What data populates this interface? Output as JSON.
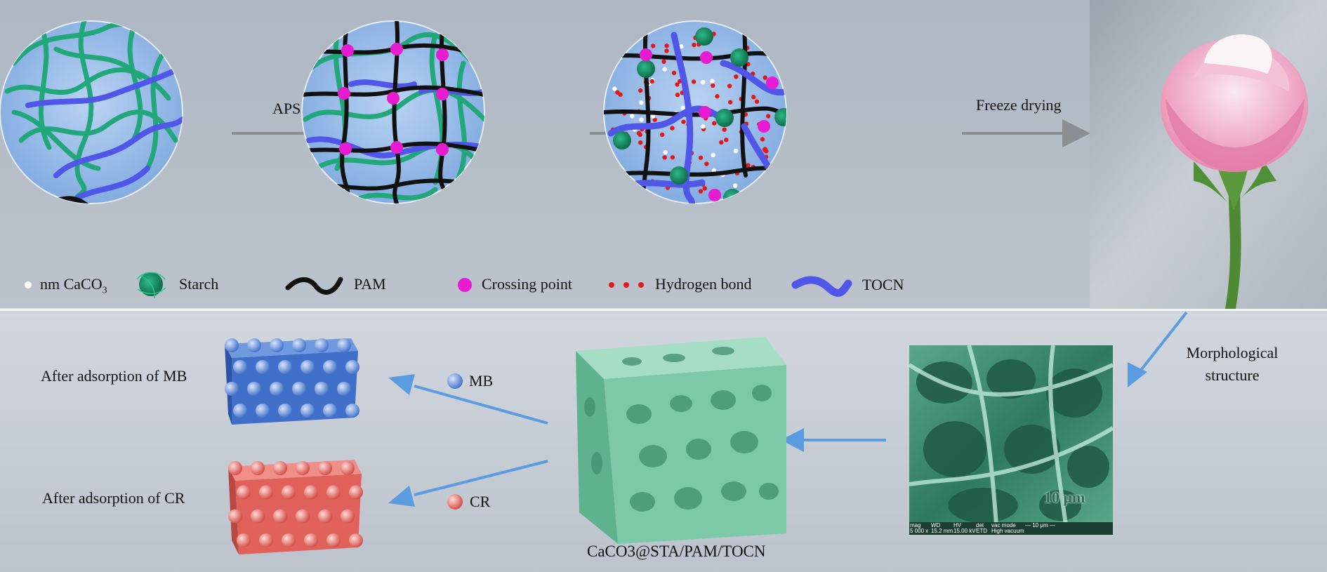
{
  "top_panel": {
    "steps": [
      {
        "arrow_label": "APS"
      },
      {
        "arrow_label": ""
      },
      {
        "arrow_label": "Freeze drying"
      }
    ],
    "legend": [
      {
        "prefix": "nm CaCO",
        "subscript": "3",
        "icon": "nano-caco3-dot-icon"
      },
      {
        "label": "Starch",
        "icon": "starch-ball-icon"
      },
      {
        "label": "PAM",
        "icon": "pam-black-chain-icon"
      },
      {
        "label": "Crossing point",
        "icon": "crossing-point-magenta-dot-icon"
      },
      {
        "label": "Hydrogen bond",
        "icon": "hydrogen-bond-red-dots-icon"
      },
      {
        "label": "TOCN",
        "icon": "tocn-blue-chain-icon"
      }
    ]
  },
  "bottom_panel": {
    "morph_label_line1": "Morphological",
    "morph_label_line2": "structure",
    "aerogel_label": "CaCO3@STA/PAM/TOCN",
    "mb_dye_label": "MB",
    "cr_dye_label": "CR",
    "after_mb_label": "After adsorption of MB",
    "after_cr_label": "After adsorption of CR",
    "sem": {
      "scale_text": "10 μm",
      "info_headers": [
        "mag",
        "WD",
        "HV",
        "det",
        "vac mode",
        "— 10 μm —"
      ],
      "info_values": [
        "5 000 x",
        "15.2 mm",
        "15.00 kV",
        "ETD",
        "High vacuum",
        ""
      ]
    }
  },
  "colors": {
    "top_bg": "#b4bcc6",
    "bottom_bg": "#c7cdd6",
    "pam": "#111111",
    "starch": "#22a77a",
    "tocn": "#5057e8",
    "crossing_point": "#e81bd0",
    "hydrogen_bond": "#e01818",
    "arrow_gray": "#8a8f94",
    "arrow_blue": "#5b9be0",
    "mb_blue": "#3f6fc9",
    "cr_red": "#e0605a",
    "aerogel_green": "#79c8a8"
  }
}
